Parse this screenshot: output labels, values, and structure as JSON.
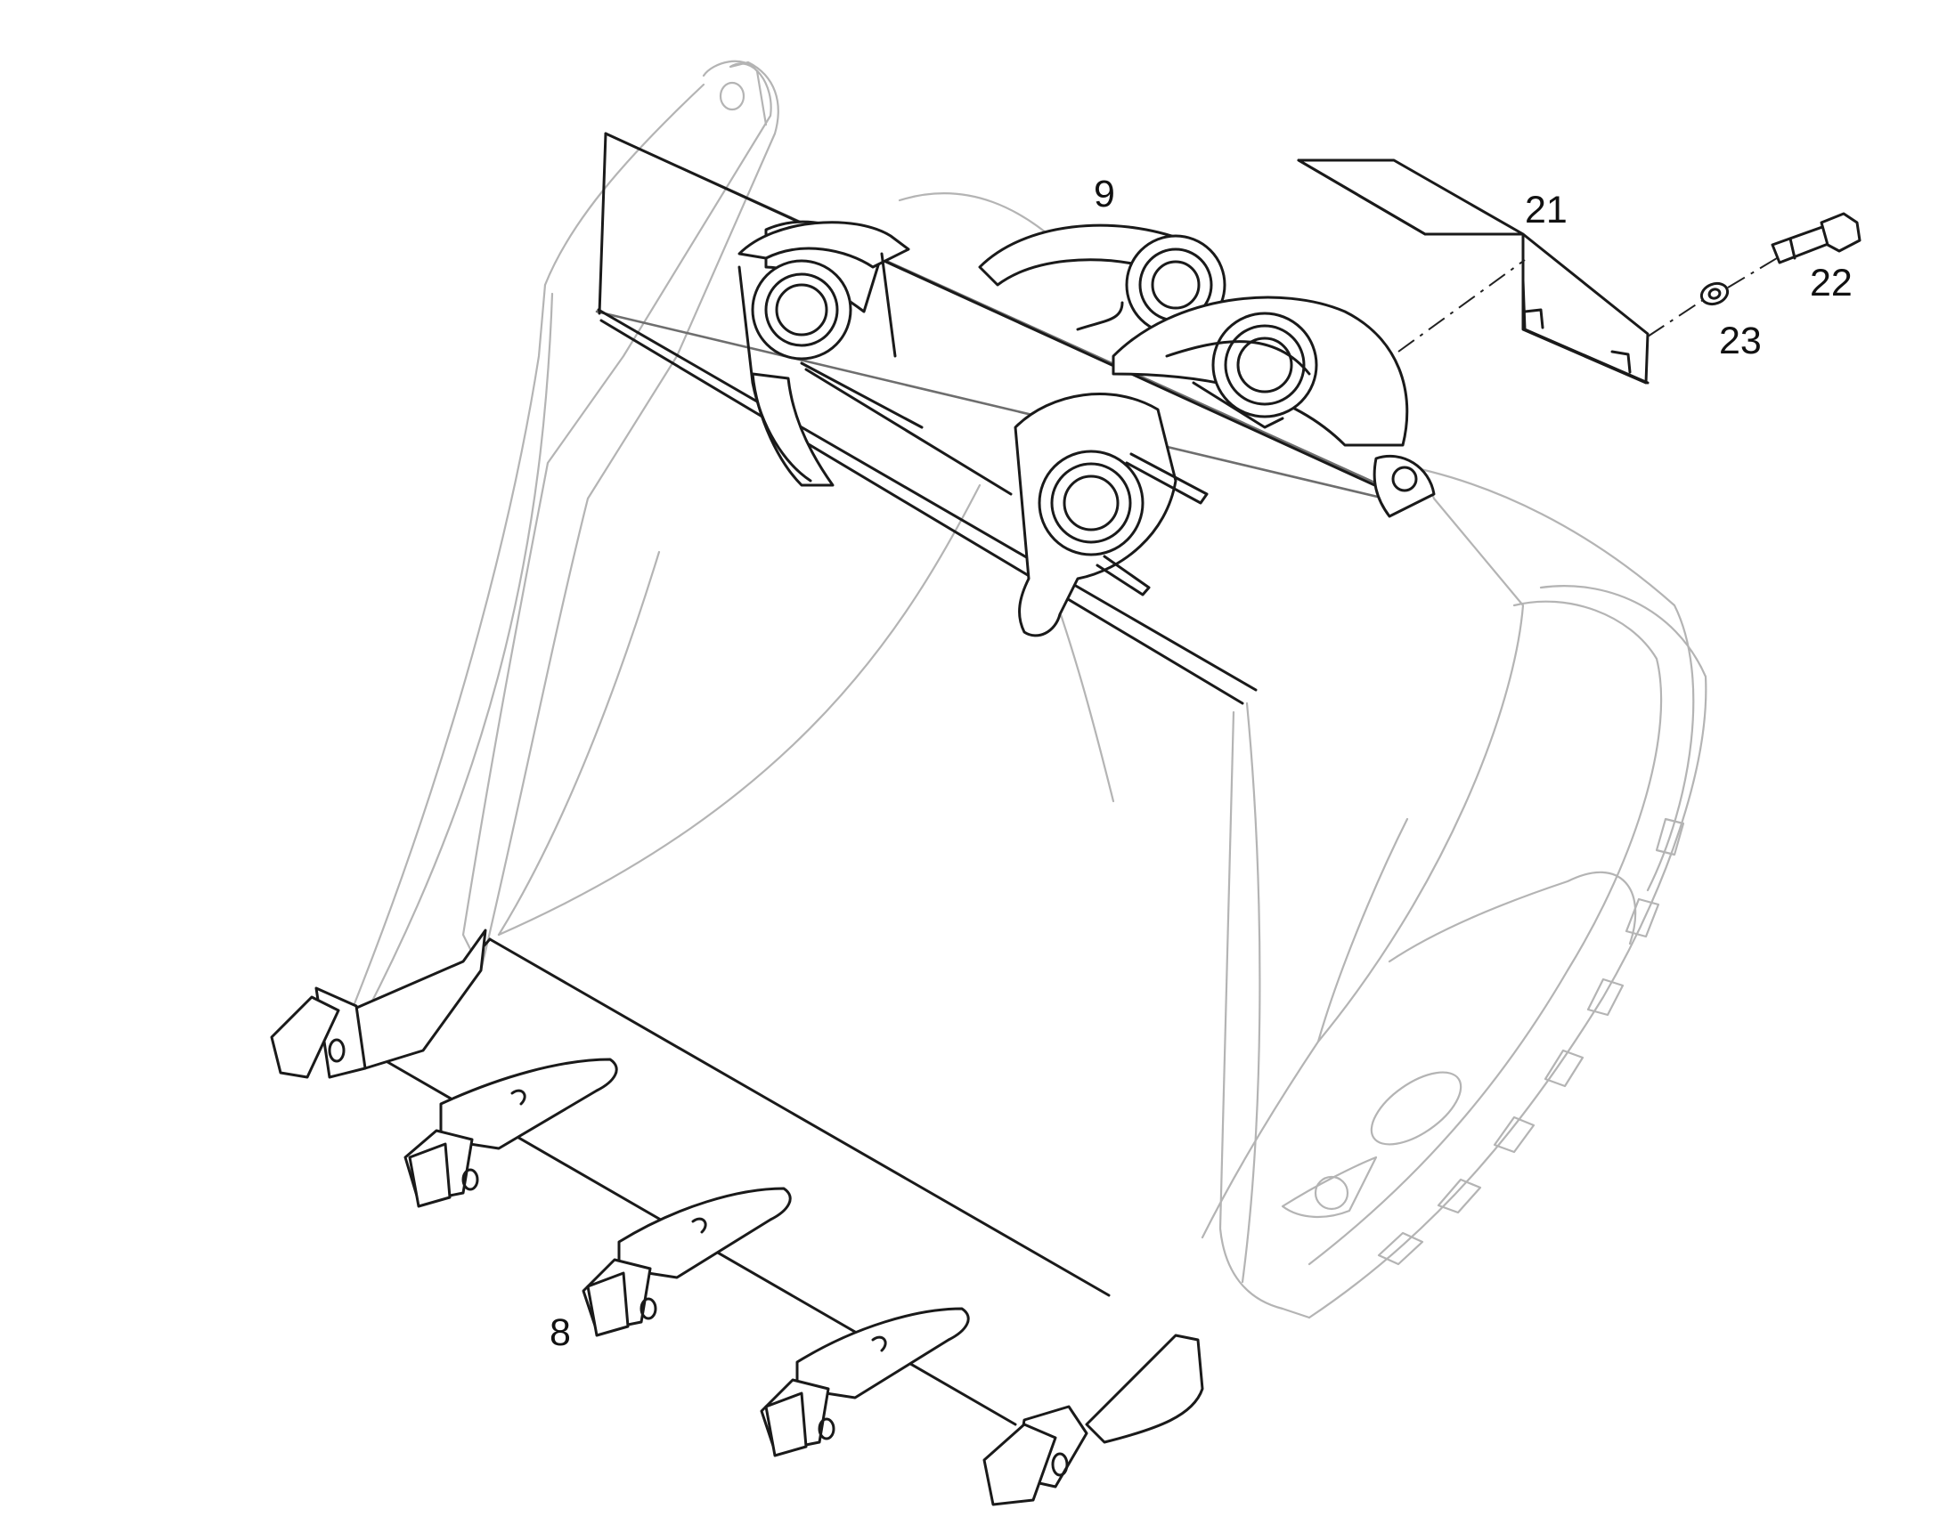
{
  "diagram": {
    "callouts": [
      {
        "id": "9",
        "text": "9"
      },
      {
        "id": "21",
        "text": "21"
      },
      {
        "id": "22",
        "text": "22"
      },
      {
        "id": "23",
        "text": "23"
      },
      {
        "id": "8",
        "text": "8"
      }
    ],
    "colors": {
      "line_dark": "#1a1a1a",
      "line_light": "#b4b4b4",
      "background": "#ffffff"
    }
  }
}
